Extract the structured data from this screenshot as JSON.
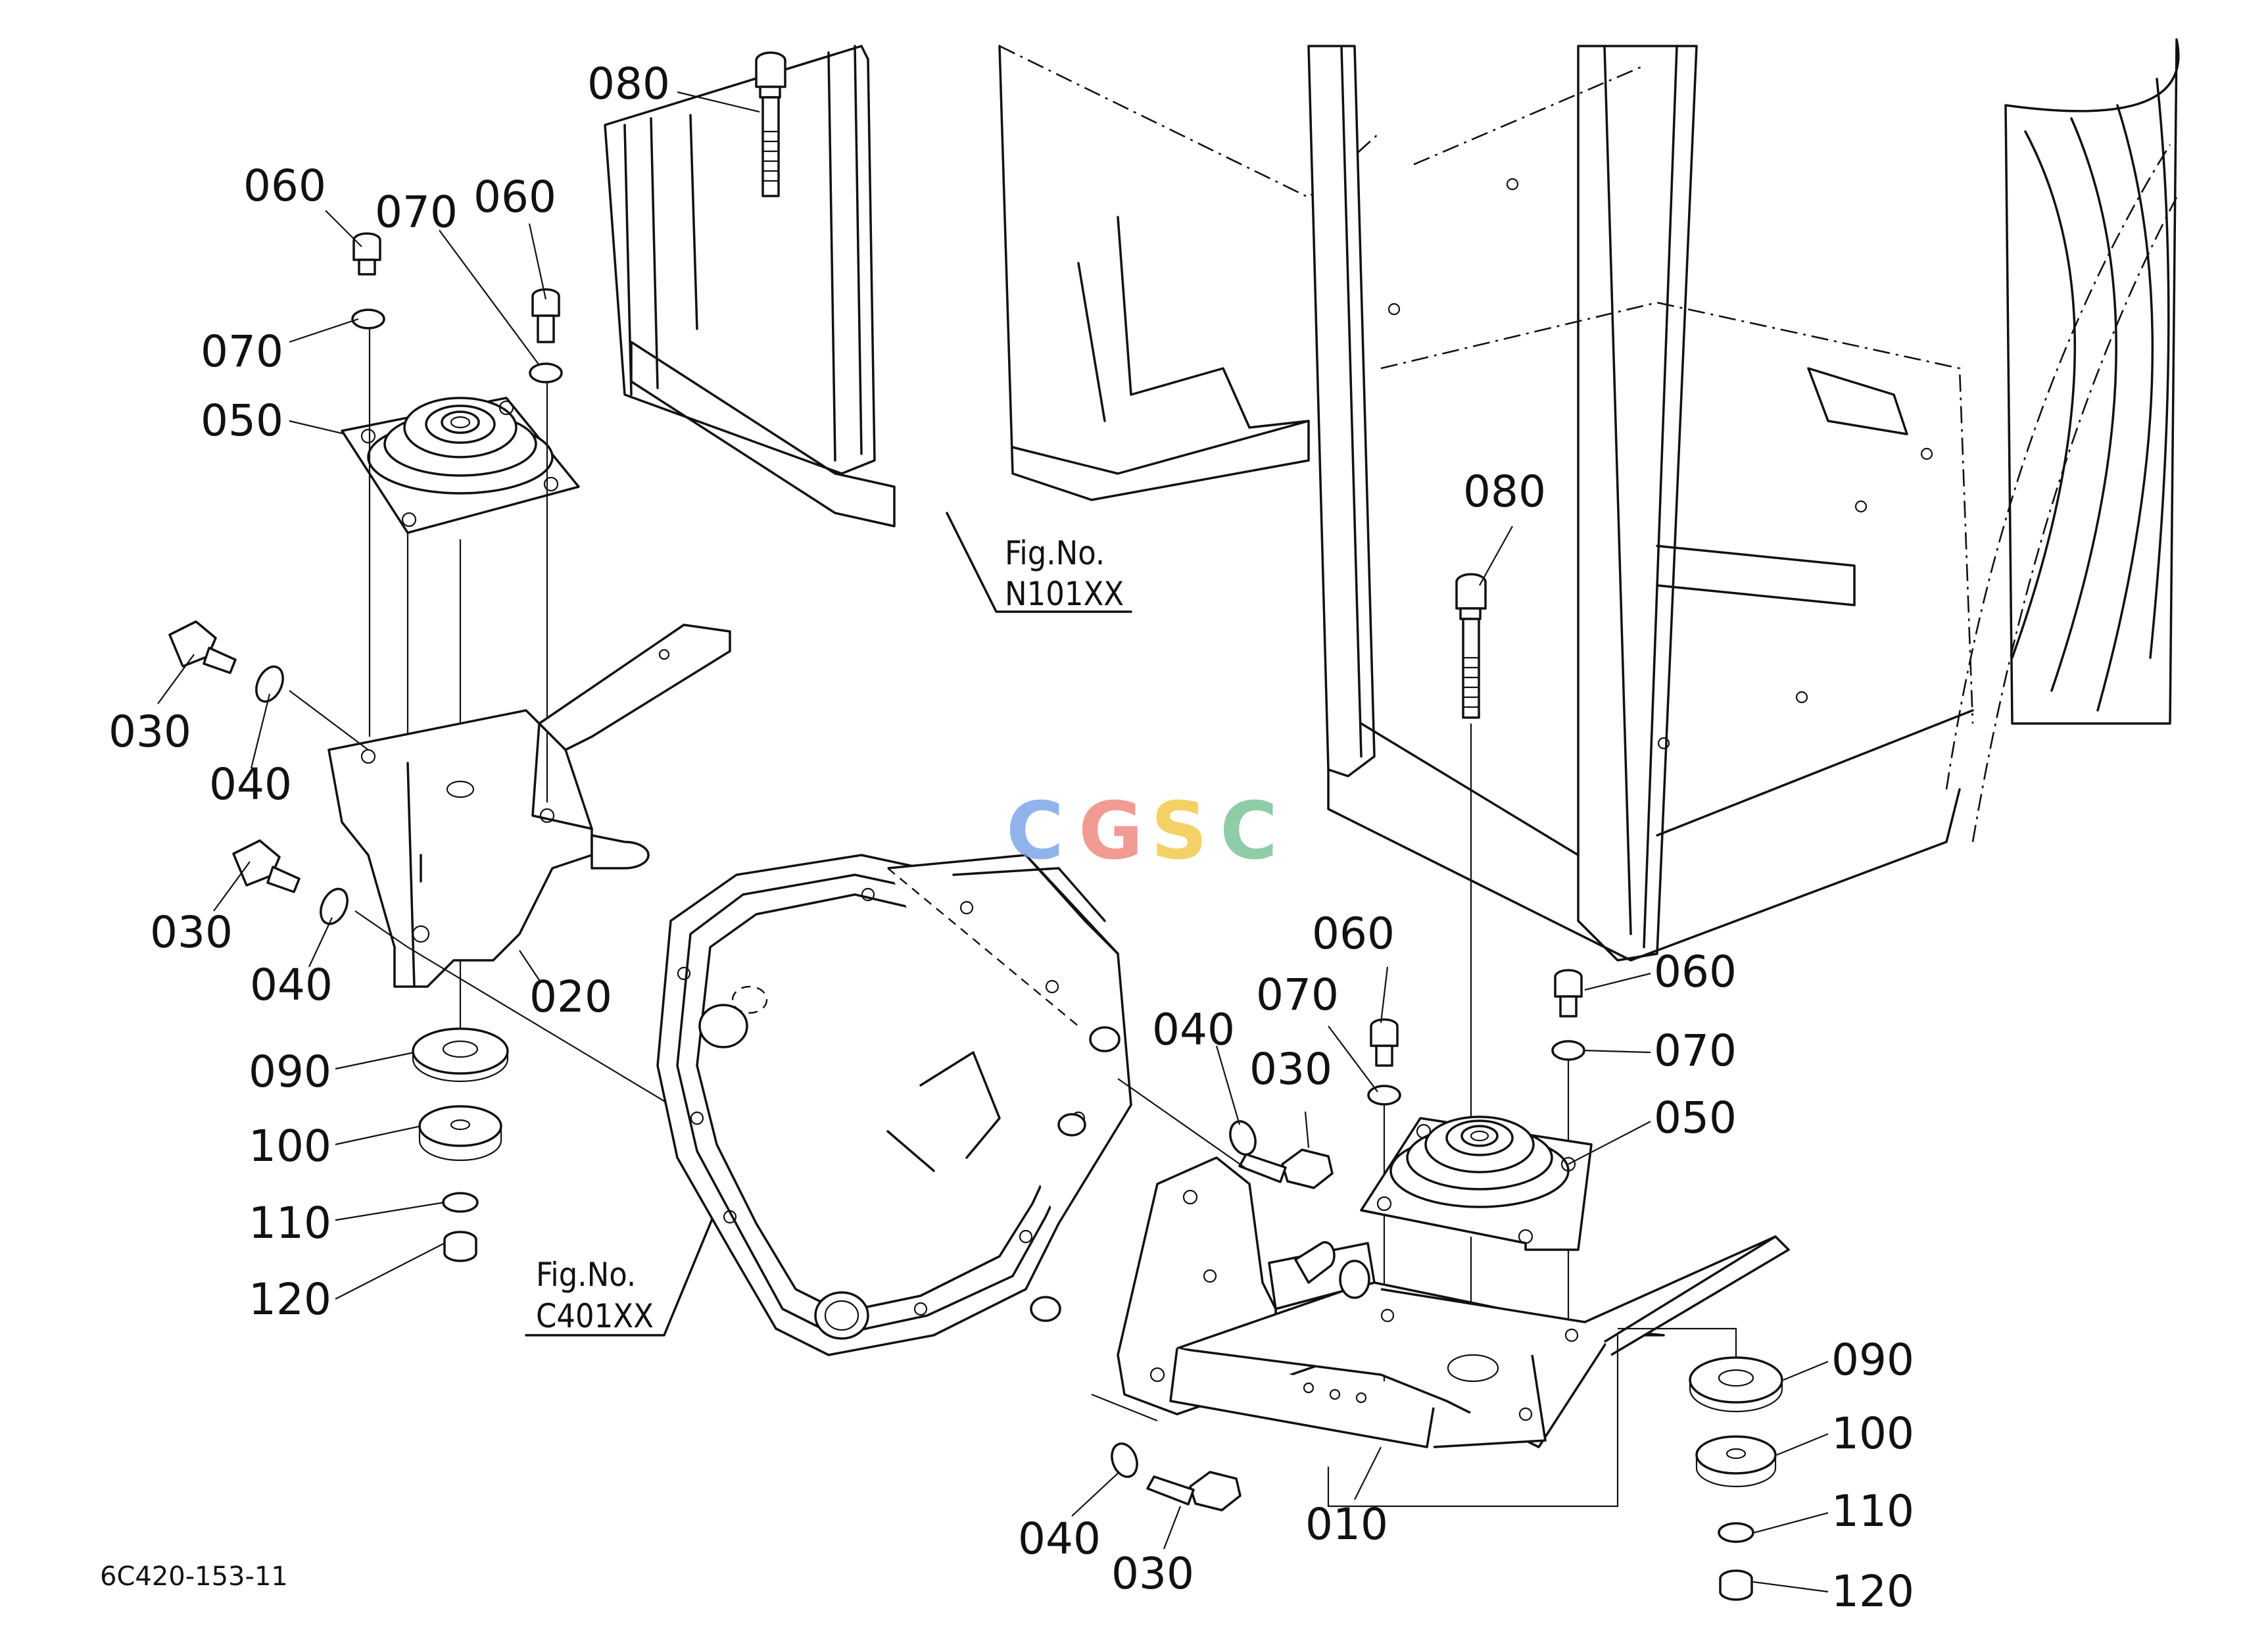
{
  "callouts": [
    {
      "id": "080",
      "label": "080"
    },
    {
      "id": "060",
      "label": "060"
    },
    {
      "id": "070",
      "label": "070"
    },
    {
      "id": "050",
      "label": "050"
    },
    {
      "id": "030",
      "label": "030"
    },
    {
      "id": "040",
      "label": "040"
    },
    {
      "id": "020",
      "label": "020"
    },
    {
      "id": "090",
      "label": "090"
    },
    {
      "id": "100",
      "label": "100"
    },
    {
      "id": "110",
      "label": "110"
    },
    {
      "id": "120",
      "label": "120"
    },
    {
      "id": "010",
      "label": "010"
    }
  ],
  "labels": {
    "l080a": "080",
    "l060a": "060",
    "l070a": "070",
    "l060b": "060",
    "l070b": "070",
    "l050a": "050",
    "l030a": "030",
    "l040a": "040",
    "l030b": "030",
    "l040b": "040",
    "l020": "020",
    "l090a": "090",
    "l100a": "100",
    "l110a": "110",
    "l120a": "120",
    "l080b": "080",
    "l060c": "060",
    "l070c": "070",
    "l040c": "040",
    "l030c": "030",
    "l060d": "060",
    "l070d": "070",
    "l050b": "050",
    "l090b": "090",
    "l100b": "100",
    "l110b": "110",
    "l120b": "120",
    "l040d": "040",
    "l030d": "030",
    "l010": "010"
  },
  "figure_refs": {
    "ref1": {
      "line1": "Fig.No.",
      "line2": "N101XX"
    },
    "ref2": {
      "line1": "Fig.No.",
      "line2": "C401XX"
    }
  },
  "diagram_code": "6C420-153-11",
  "watermark": {
    "letters": [
      "C",
      "G",
      "S",
      "C"
    ],
    "colors": [
      "#7ea6e8",
      "#f08a80",
      "#f2c94c",
      "#7cc49a"
    ]
  }
}
